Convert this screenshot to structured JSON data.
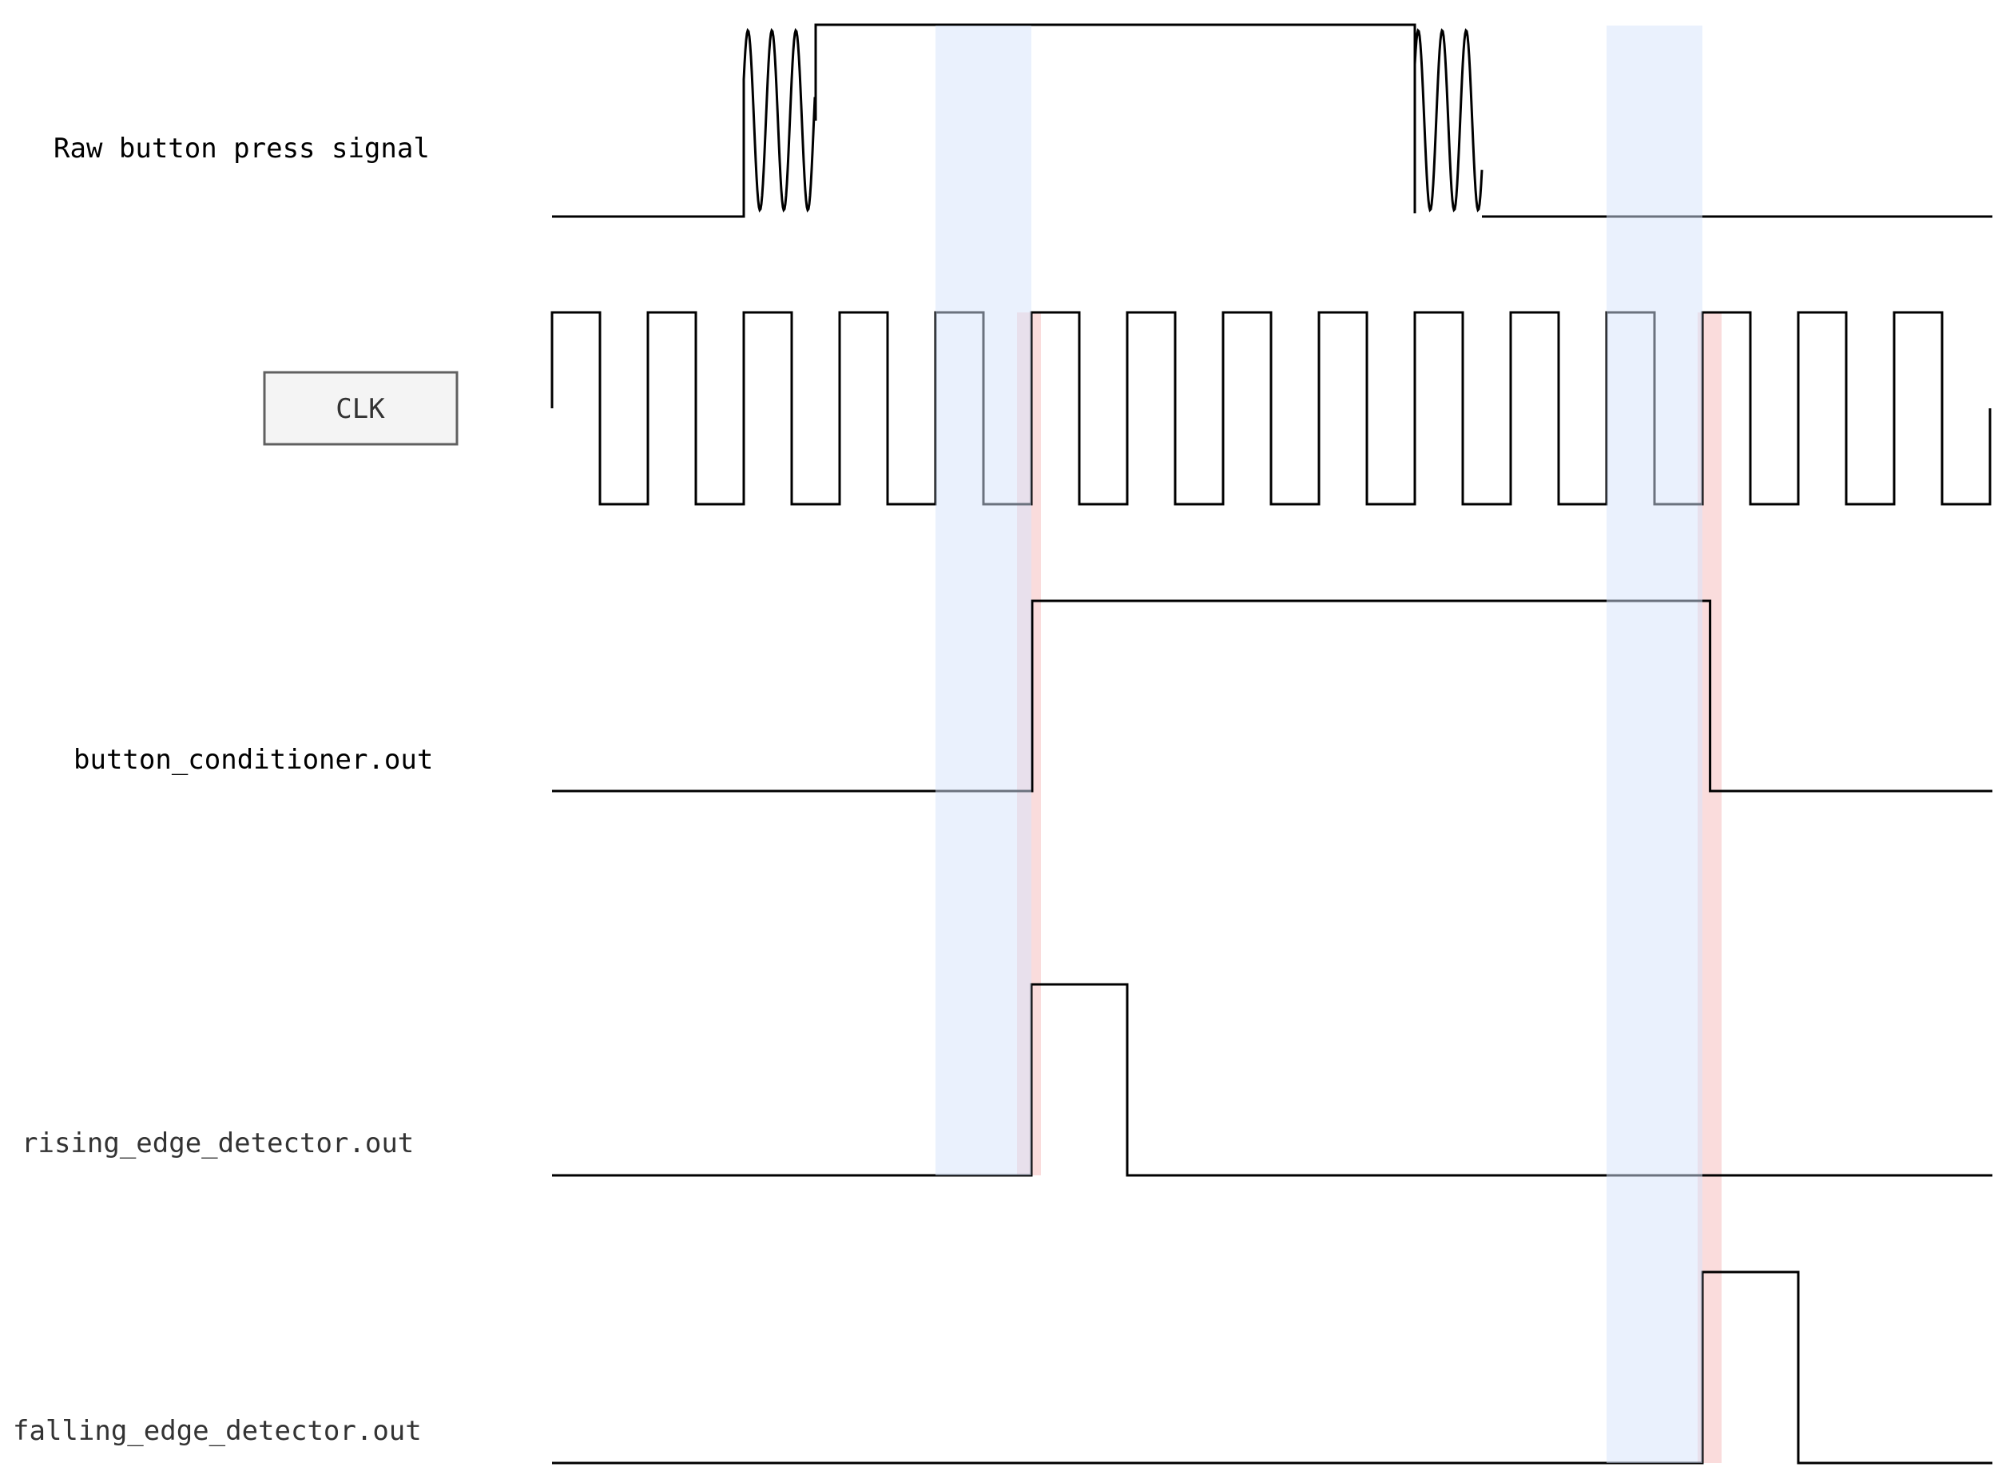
{
  "signals": [
    {
      "id": "raw",
      "label": "Raw button press signal"
    },
    {
      "id": "clk",
      "label": "CLK"
    },
    {
      "id": "conditioner",
      "label": "button_conditioner.out"
    },
    {
      "id": "rising",
      "label": "rising_edge_detector.out"
    },
    {
      "id": "falling",
      "label": "falling_edge_detector.out"
    }
  ],
  "clock": {
    "periods": 15
  },
  "timeline": {
    "unit": "clock period",
    "raw_press_bounce_start": 2.0,
    "raw_press_stable_high": 2.75,
    "raw_release_start": 9.0,
    "raw_release_stable_low": 9.7,
    "conditioner_high_from": 5.0,
    "conditioner_high_to": 12.08,
    "rising_pulse": [
      5.0,
      6.0
    ],
    "falling_pulse": [
      12.0,
      13.0
    ]
  },
  "highlights": {
    "sample_windows": [
      [
        4.0,
        5.0
      ],
      [
        11.0,
        12.0
      ]
    ],
    "edge_markers": [
      [
        4.85,
        5.1
      ],
      [
        11.95,
        12.2
      ]
    ]
  },
  "colors": {
    "wave": "#000000",
    "sample_window": "#e3edfc",
    "edge_marker": "#fadcdc",
    "clk_box_fill": "#f4f4f4",
    "clk_box_border": "#606060",
    "label_dark": "#000000",
    "label_grey": "#333333"
  }
}
